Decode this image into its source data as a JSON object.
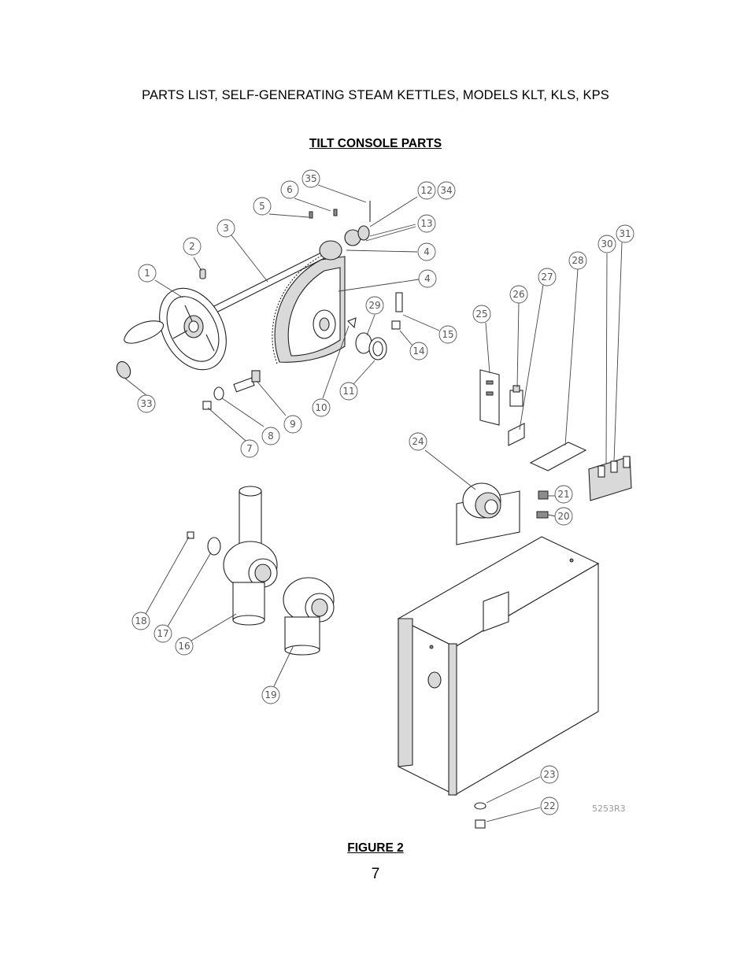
{
  "header": {
    "title": "PARTS LIST, SELF-GENERATING STEAM KETTLES, MODELS KLT, KLS, KPS"
  },
  "section": {
    "title": "TILT CONSOLE PARTS"
  },
  "figure": {
    "label": "FIGURE 2",
    "drawing_code": "5253R3",
    "callouts": [
      {
        "id": "c1",
        "label": "1"
      },
      {
        "id": "c2",
        "label": "2"
      },
      {
        "id": "c3",
        "label": "3"
      },
      {
        "id": "c4a",
        "label": "4"
      },
      {
        "id": "c4b",
        "label": "4"
      },
      {
        "id": "c5",
        "label": "5"
      },
      {
        "id": "c6",
        "label": "6"
      },
      {
        "id": "c7",
        "label": "7"
      },
      {
        "id": "c8",
        "label": "8"
      },
      {
        "id": "c9",
        "label": "9"
      },
      {
        "id": "c10",
        "label": "10"
      },
      {
        "id": "c11",
        "label": "11"
      },
      {
        "id": "c12",
        "label": "12"
      },
      {
        "id": "c13",
        "label": "13"
      },
      {
        "id": "c14",
        "label": "14"
      },
      {
        "id": "c15",
        "label": "15"
      },
      {
        "id": "c16",
        "label": "16"
      },
      {
        "id": "c17",
        "label": "17"
      },
      {
        "id": "c18",
        "label": "18"
      },
      {
        "id": "c19",
        "label": "19"
      },
      {
        "id": "c20",
        "label": "20"
      },
      {
        "id": "c21",
        "label": "21"
      },
      {
        "id": "c22",
        "label": "22"
      },
      {
        "id": "c23",
        "label": "23"
      },
      {
        "id": "c24",
        "label": "24"
      },
      {
        "id": "c25",
        "label": "25"
      },
      {
        "id": "c26",
        "label": "26"
      },
      {
        "id": "c27",
        "label": "27"
      },
      {
        "id": "c28",
        "label": "28"
      },
      {
        "id": "c29",
        "label": "29"
      },
      {
        "id": "c30",
        "label": "30"
      },
      {
        "id": "c31",
        "label": "31"
      },
      {
        "id": "c33",
        "label": "33"
      },
      {
        "id": "c34",
        "label": "34"
      },
      {
        "id": "c35",
        "label": "35"
      }
    ]
  },
  "page": {
    "number": "7"
  }
}
